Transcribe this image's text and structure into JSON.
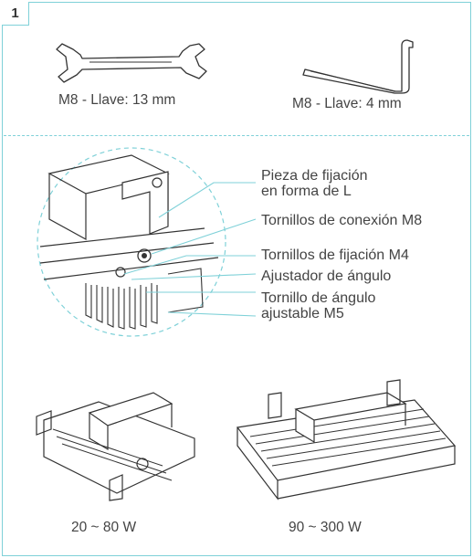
{
  "step_number": "1",
  "tools": {
    "wrench_caption": "M8 - Llave: 13 mm",
    "hex_key_caption": "M8 - Llave: 4 mm"
  },
  "detail_callouts": [
    {
      "line1": "Pieza de fijación",
      "line2": "en forma de L"
    },
    {
      "line1": "Tornillos de conexión M8"
    },
    {
      "line1": "Tornillos de fijación M4"
    },
    {
      "line1": "Ajustador de ángulo"
    },
    {
      "line1": "Tornillo de ángulo",
      "line2": "ajustable M5"
    }
  ],
  "products": {
    "small_caption": "20 ~ 80 W",
    "large_caption": "90 ~ 300 W"
  },
  "colors": {
    "accent": "#7fd1d8",
    "line": "#333333"
  }
}
